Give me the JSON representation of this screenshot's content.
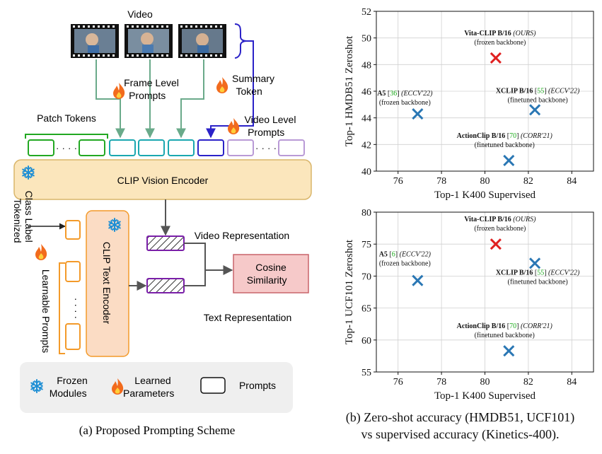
{
  "diagram": {
    "video_label": "Video",
    "frame_level_prompts": "Frame Level\nPrompts",
    "summary_token": "Summary\nToken",
    "patch_tokens": "Patch Tokens",
    "video_level_prompts": "Video Level\nPrompts",
    "dots": "· · · ·",
    "clip_vision_encoder": "CLIP Vision Encoder",
    "tokenized_class_label": "Tokenized\nClass Label",
    "learnable_prompts": "Learnable Prompts",
    "clip_text_encoder": "CLIP Text Encoder",
    "video_representation": "Video Representation",
    "text_representation": "Text Representation",
    "cosine_similarity": "Cosine\nSimilarity",
    "legend": {
      "frozen": "Frozen\nModules",
      "learned": "Learned\nParameters",
      "prompts": "Prompts"
    },
    "caption": "(a) Proposed Prompting Scheme"
  },
  "colors": {
    "green_arrow": "#6aaa8a",
    "patch_green": "#22a822",
    "teal": "#1aa7b0",
    "summary_blue": "#2b22c8",
    "purple": "#b99ad6",
    "encoder_fill": "#fbe6bc",
    "encoder_stroke": "#d9b56a",
    "text_enc_fill": "#fbdcc4",
    "orange": "#f39a2a",
    "rep_stroke": "#7a1fa8",
    "cosine_fill": "#f6c9c9",
    "cosine_stroke": "#c9646a",
    "snow_blue": "#1f8fd4",
    "flame": "#f26b1d",
    "red_x": "#e02020",
    "blue_x": "#2a77b4",
    "ref_green": "#1aaa1a",
    "legend_bg": "#efefef"
  },
  "caption_b": "(b) Zero-shot accuracy (HMDB51, UCF101)\nvs supervised accuracy (Kinetics-400).",
  "chart_data": [
    {
      "type": "scatter",
      "title": "",
      "xlabel": "Top-1 K400 Supervised",
      "ylabel": "Top-1 HMDB51 Zeroshot",
      "xlim": [
        75,
        85
      ],
      "ylim": [
        40,
        52
      ],
      "xticks": [
        76,
        78,
        80,
        82,
        84
      ],
      "yticks": [
        40,
        42,
        44,
        46,
        48,
        50,
        52
      ],
      "grid": true,
      "points": [
        {
          "x": 80.5,
          "y": 48.5,
          "color": "red",
          "line1": [
            {
              "t": "Vita-CLIP B/16 ",
              "s": "b"
            },
            {
              "t": "(OURS)",
              "s": "i"
            }
          ],
          "line2": "(frozen backbone)"
        },
        {
          "x": 76.9,
          "y": 44.3,
          "color": "blue",
          "line1": [
            {
              "t": "A5 ",
              "s": "b"
            },
            {
              "t": "[",
              "s": "n"
            },
            {
              "t": "36",
              "s": "g"
            },
            {
              "t": "] ",
              "s": "n"
            },
            {
              "t": "(ECCV'22)",
              "s": "i"
            }
          ],
          "line2": "(frozen backbone)"
        },
        {
          "x": 82.3,
          "y": 44.6,
          "color": "blue",
          "line1": [
            {
              "t": "XCLIP B/16 ",
              "s": "b"
            },
            {
              "t": "[",
              "s": "n"
            },
            {
              "t": "55",
              "s": "g"
            },
            {
              "t": "] ",
              "s": "n"
            },
            {
              "t": "(ECCV'22)",
              "s": "i"
            }
          ],
          "line2": "(finetuned backbone)"
        },
        {
          "x": 81.1,
          "y": 40.8,
          "color": "blue",
          "line1": [
            {
              "t": "ActionClip B/16 ",
              "s": "b"
            },
            {
              "t": "[",
              "s": "n"
            },
            {
              "t": "70",
              "s": "g"
            },
            {
              "t": "] ",
              "s": "n"
            },
            {
              "t": "(CORR'21)",
              "s": "i"
            }
          ],
          "line2": "(finetuned backbone)"
        }
      ]
    },
    {
      "type": "scatter",
      "title": "",
      "xlabel": "Top-1 K400 Supervised",
      "ylabel": "Top-1 UCF101 Zeroshot",
      "xlim": [
        75,
        85
      ],
      "ylim": [
        55,
        80
      ],
      "xticks": [
        76,
        78,
        80,
        82,
        84
      ],
      "yticks": [
        55,
        60,
        65,
        70,
        75,
        80
      ],
      "grid": true,
      "points": [
        {
          "x": 80.5,
          "y": 75.0,
          "color": "red",
          "line1": [
            {
              "t": "Vita-CLIP B/16 ",
              "s": "b"
            },
            {
              "t": "(OURS)",
              "s": "i"
            }
          ],
          "line2": "(frozen backbone)"
        },
        {
          "x": 76.9,
          "y": 69.3,
          "color": "blue",
          "line1": [
            {
              "t": "A5 ",
              "s": "b"
            },
            {
              "t": "[",
              "s": "n"
            },
            {
              "t": "6",
              "s": "g"
            },
            {
              "t": "] ",
              "s": "n"
            },
            {
              "t": "(ECCV'22)",
              "s": "i"
            }
          ],
          "line2": "(frozen backbone)"
        },
        {
          "x": 82.3,
          "y": 72.0,
          "color": "blue",
          "line1": [
            {
              "t": "XCLIP B/16 ",
              "s": "b"
            },
            {
              "t": "[",
              "s": "n"
            },
            {
              "t": "55",
              "s": "g"
            },
            {
              "t": "] ",
              "s": "n"
            },
            {
              "t": "(ECCV'22)",
              "s": "i"
            }
          ],
          "line2": "(finetuned backbone)"
        },
        {
          "x": 81.1,
          "y": 58.3,
          "color": "blue",
          "line1": [
            {
              "t": "ActionClip B/16 ",
              "s": "b"
            },
            {
              "t": "[",
              "s": "n"
            },
            {
              "t": "70",
              "s": "g"
            },
            {
              "t": "] ",
              "s": "n"
            },
            {
              "t": "(CORR'21)",
              "s": "i"
            }
          ],
          "line2": "(finetuned backbone)"
        }
      ]
    }
  ]
}
